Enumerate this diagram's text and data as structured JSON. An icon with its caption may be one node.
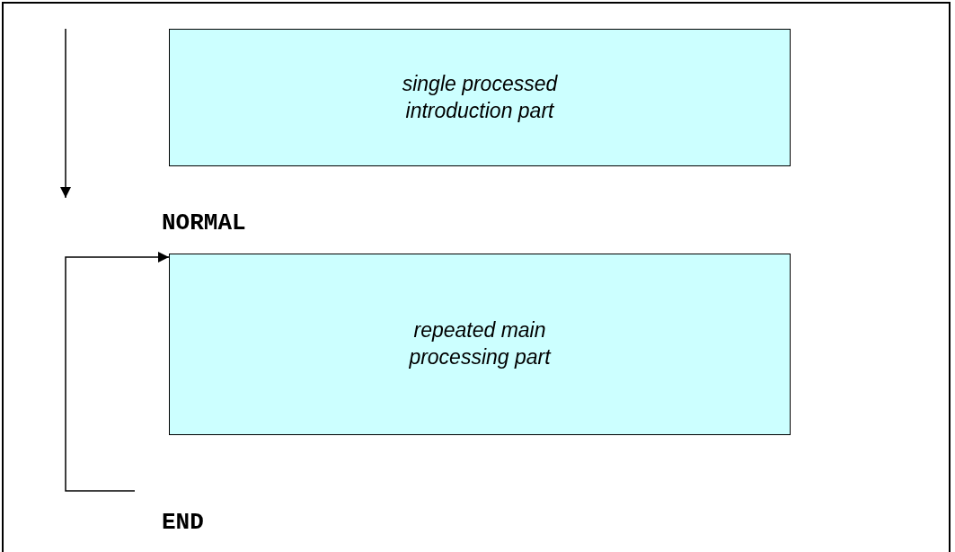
{
  "diagram": {
    "nodes": [
      {
        "text": [
          "single processed introduction part"
        ]
      },
      {
        "text": [
          "NORMAL"
        ]
      },
      {
        "text": [
          "repeated main processing part"
        ]
      },
      {
        "text": [
          "END"
        ]
      }
    ],
    "edges": [
      {
        "from": 3,
        "to": 2,
        "arrow": "to"
      }
    ]
  }
}
